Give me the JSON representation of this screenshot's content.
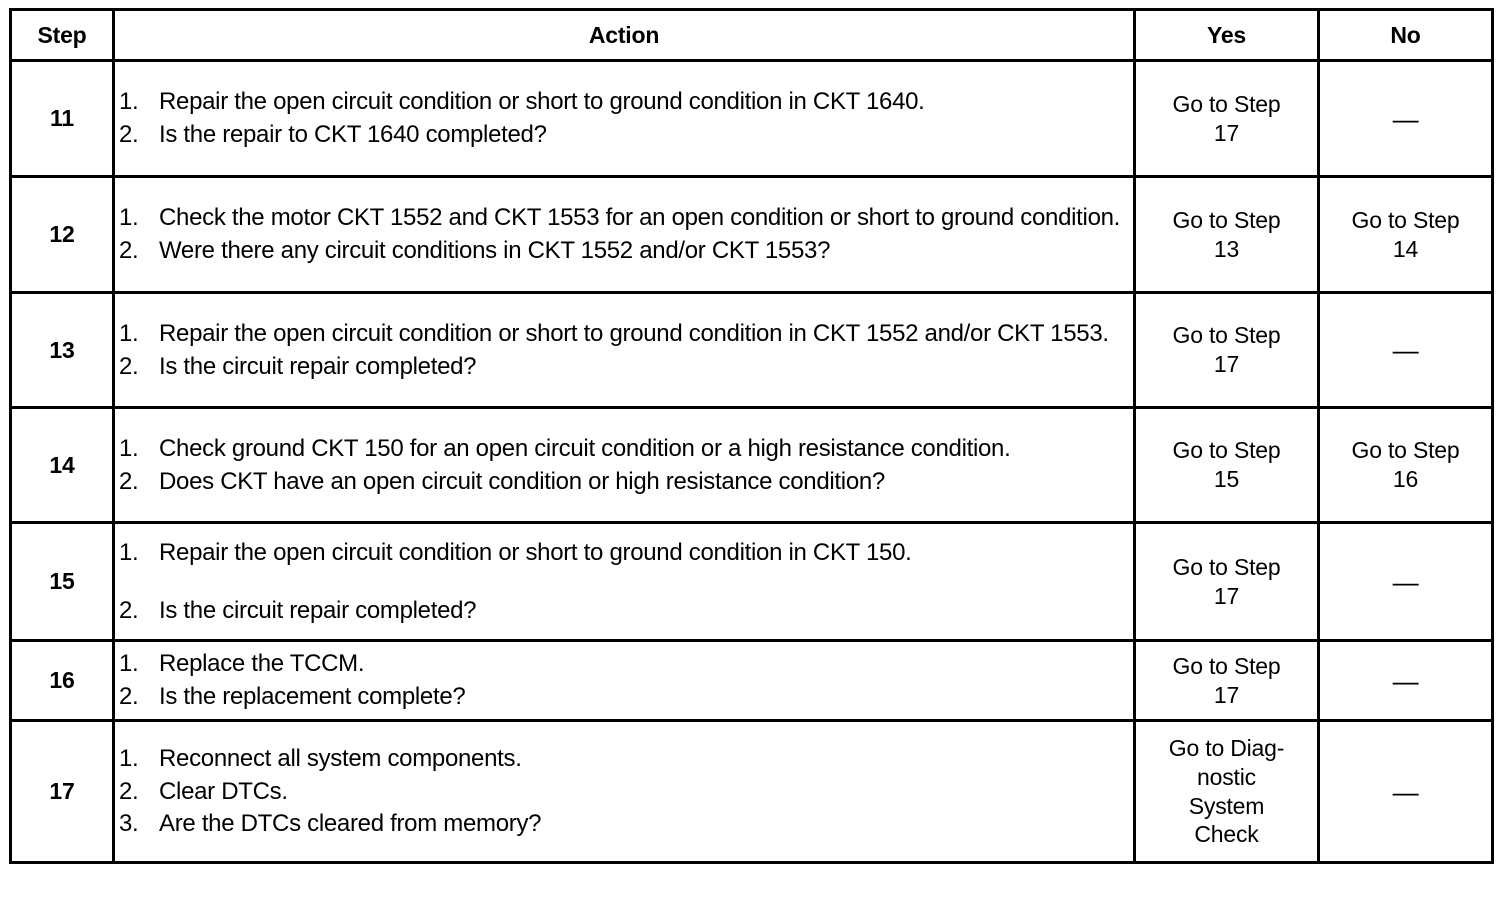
{
  "table": {
    "columns": [
      {
        "key": "step",
        "label": "Step"
      },
      {
        "key": "action",
        "label": "Action"
      },
      {
        "key": "yes",
        "label": "Yes"
      },
      {
        "key": "no",
        "label": "No"
      }
    ],
    "rows": [
      {
        "step": "11",
        "items": [
          {
            "num": "1.",
            "text": "Repair the open circuit condition or short to ground condition in CKT 1640."
          },
          {
            "num": "2.",
            "text": "Is the repair to CKT 1640 completed?"
          }
        ],
        "yes": [
          "Go to Step",
          "17"
        ],
        "no": [
          "—"
        ]
      },
      {
        "step": "12",
        "items": [
          {
            "num": "1.",
            "text": "Check the motor CKT 1552 and CKT 1553 for an open condition or short to ground condition."
          },
          {
            "num": "2.",
            "text": "Were there any circuit conditions in CKT 1552 and/or CKT 1553?"
          }
        ],
        "yes": [
          "Go to Step",
          "13"
        ],
        "no": [
          "Go to Step",
          "14"
        ]
      },
      {
        "step": "13",
        "items": [
          {
            "num": "1.",
            "text": "Repair the open circuit condition or short to ground condition in CKT 1552 and/or CKT 1553."
          },
          {
            "num": "2.",
            "text": "Is the circuit repair completed?"
          }
        ],
        "yes": [
          "Go to Step",
          "17"
        ],
        "no": [
          "—"
        ]
      },
      {
        "step": "14",
        "items": [
          {
            "num": "1.",
            "text": "Check ground CKT 150 for an open circuit condition or a high resistance condition."
          },
          {
            "num": "2.",
            "text": "Does CKT have an open circuit condition or high resistance condition?"
          }
        ],
        "yes": [
          "Go to Step",
          "15"
        ],
        "no": [
          "Go to Step",
          "16"
        ]
      },
      {
        "step": "15",
        "items": [
          {
            "num": "1.",
            "text": "Repair the open circuit condition or short to ground condition in CKT 150."
          },
          {
            "num": "2.",
            "text": "Is the circuit repair completed?"
          }
        ],
        "yes": [
          "Go to Step",
          "17"
        ],
        "no": [
          "—"
        ]
      },
      {
        "step": "16",
        "items": [
          {
            "num": "1.",
            "text": "Replace the TCCM."
          },
          {
            "num": "2.",
            "text": "Is the replacement complete?"
          }
        ],
        "yes": [
          "Go to Step",
          "17"
        ],
        "no": [
          "—"
        ]
      },
      {
        "step": "17",
        "items": [
          {
            "num": "1.",
            "text": "Reconnect all system components."
          },
          {
            "num": "2.",
            "text": "Clear DTCs."
          },
          {
            "num": "3.",
            "text": "Are the DTCs cleared from memory?"
          }
        ],
        "yes": [
          "Go to Diag-",
          "nostic",
          "System",
          "Check"
        ],
        "no": [
          "—"
        ]
      }
    ]
  }
}
